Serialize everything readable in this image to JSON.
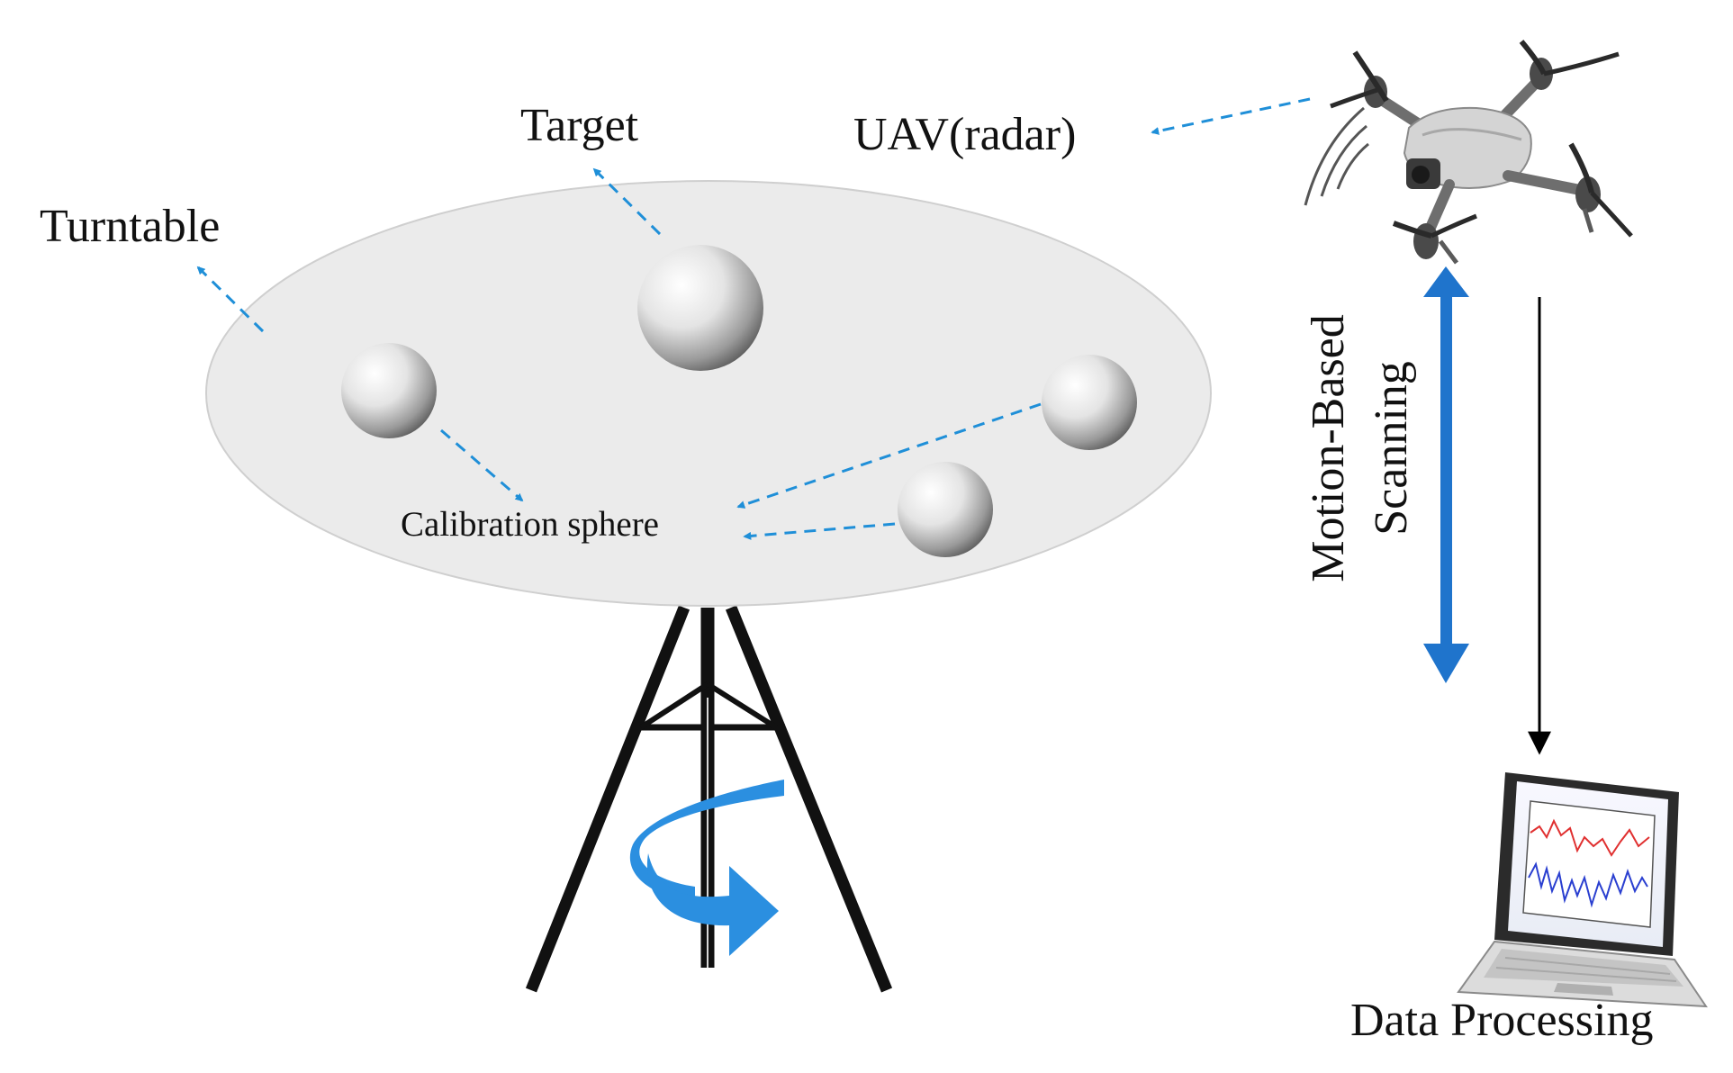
{
  "labels": {
    "turntable": "Turntable",
    "target": "Target",
    "uav": "UAV(radar)",
    "calibration": "Calibration sphere",
    "scan_line1": "Motion-Based",
    "scan_line2": "Scanning",
    "data_processing": "Data Processing"
  },
  "colors": {
    "dash_arrow": "#1f8fd8",
    "scan_arrow": "#1f74cc",
    "rotation_arrow": "#2b8fe0",
    "turntable_fill": "#ebebeb",
    "tripod": "#111111",
    "flow_arrow": "#000000"
  },
  "icons": [
    "drone-icon",
    "radar-waves-icon",
    "laptop-icon",
    "rotation-arrow-icon"
  ]
}
